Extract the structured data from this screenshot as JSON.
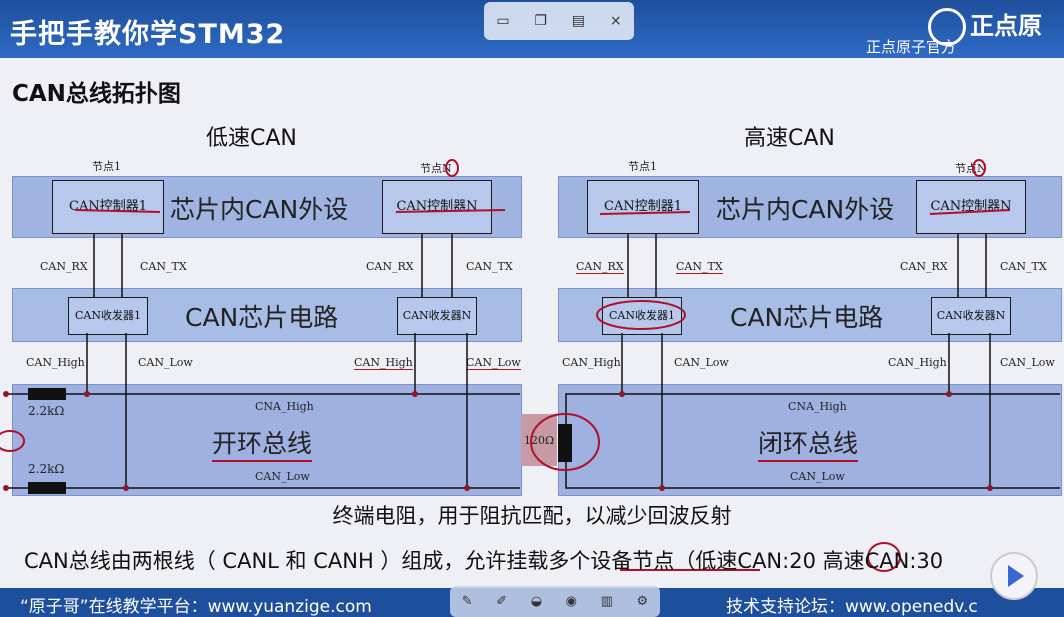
{
  "header": {
    "title": "手把手教你学STM32",
    "logo_text": "正点原",
    "subtitle": "正点原子官方"
  },
  "window_toolbar": {
    "icons": [
      "minimize-icon",
      "copy-icon",
      "save-icon",
      "close-icon"
    ],
    "close_glyph": "×"
  },
  "slide": {
    "title": "CAN总线拓扑图",
    "left": {
      "heading": "低速CAN",
      "node1": "节点1",
      "nodeN": "节点N",
      "band1_text": "芯片内CAN外设",
      "ctrl1": "CAN控制器1",
      "ctrlN": "CAN控制器N",
      "rx1": "CAN_RX",
      "tx1": "CAN_TX",
      "rxN": "CAN_RX",
      "txN": "CAN_TX",
      "band2_text": "CAN芯片电路",
      "trans1": "CAN收发器1",
      "transN": "CAN收发器N",
      "high1": "CAN_High",
      "low1": "CAN_Low",
      "highN": "CAN_High",
      "lowN": "CAN_Low",
      "bus_high": "CNA_High",
      "bus_low": "CAN_Low",
      "bus_text": "开环总线",
      "res1": "2.2kΩ",
      "res2": "2.2kΩ"
    },
    "middle_res": "120Ω",
    "right": {
      "heading": "高速CAN",
      "node1": "节点1",
      "nodeN": "节点N",
      "band1_text": "芯片内CAN外设",
      "ctrl1": "CAN控制器1",
      "ctrlN": "CAN控制器N",
      "rx1": "CAN_RX",
      "tx1": "CAN_TX",
      "rxN": "CAN_RX",
      "txN": "CAN_TX",
      "band2_text": "CAN芯片电路",
      "trans1": "CAN收发器1",
      "transN": "CAN收发器N",
      "high1": "CAN_High",
      "low1": "CAN_Low",
      "highN": "CAN_High",
      "lowN": "CAN_Low",
      "bus_high": "CNA_High",
      "bus_low": "CAN_Low",
      "bus_text": "闭环总线"
    },
    "note1": "终端电阻，用于阻抗匹配，以减少回波反射",
    "note2": "CAN总线由两根线（ CANL 和 CANH ）组成，允许挂载多个设备节点（低速CAN:20 高速CAN:30"
  },
  "footer": {
    "left": "“原子哥”在线教学平台：www.yuanzige.com",
    "right": "技术支持论坛：www.openedv.c"
  },
  "draw_toolbar": {
    "icons": [
      "pen-icon",
      "marker-icon",
      "eraser-icon",
      "color-icon",
      "trash-icon",
      "settings-icon"
    ]
  },
  "colors": {
    "header_bg": "#1e4f9c",
    "band": "#9fb4e0",
    "annotation": "#b0102a"
  }
}
